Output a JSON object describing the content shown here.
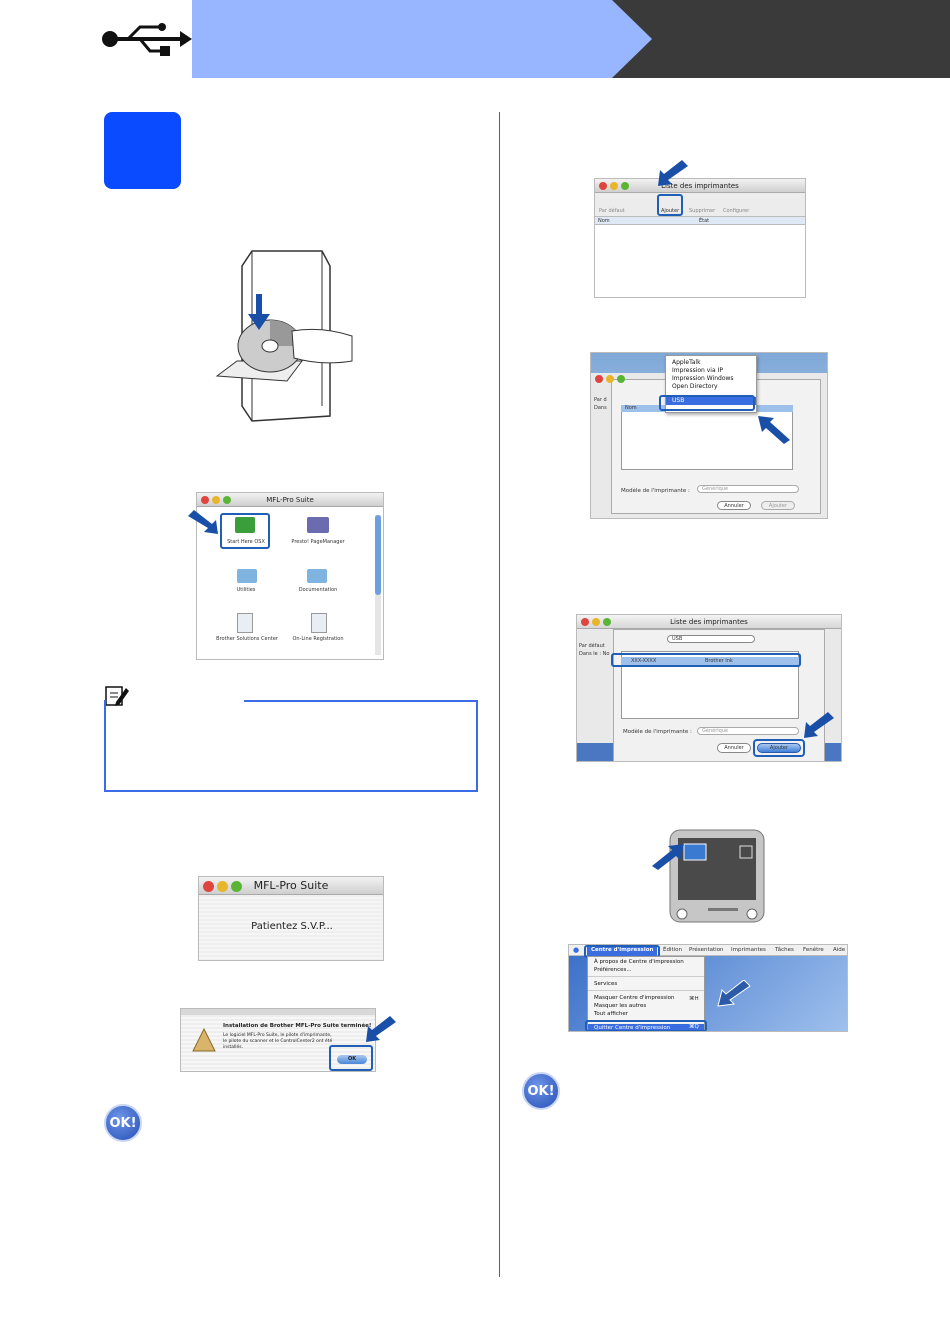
{
  "header": {
    "usb_icon": "usb-icon"
  },
  "cd_illustration": {
    "icon": "cd-insert-icon"
  },
  "mfl_window": {
    "title": "MFL-Pro Suite",
    "items": [
      "Start Here OSX",
      "Presto! PageManager",
      "Utilities",
      "Documentation",
      "Brother Solutions Center",
      "On-Line Registration"
    ]
  },
  "note": {
    "icon": "note-pencil-icon"
  },
  "wait_window": {
    "title": "MFL-Pro Suite",
    "message": "Patientez S.V.P..."
  },
  "done_dialog": {
    "title": "Installation de Brother MFL-Pro Suite terminée!",
    "body": "Le logiciel MFL-Pro Suite, le pilote d'imprimante, le pilote du scanner et le ControlCenter2 ont été installés.",
    "ok": "OK"
  },
  "ok_badge": "OK!",
  "printer_list": {
    "title": "Liste des imprimantes",
    "toolbar": [
      "Par défaut",
      "Ajouter",
      "Supprimer",
      "Configurer"
    ],
    "cols": [
      "Nom",
      "État"
    ]
  },
  "add_menu": {
    "items": [
      "AppleTalk",
      "Impression via IP",
      "Impression Windows",
      "Open Directory",
      "USB"
    ],
    "col": "Nom",
    "labels": [
      "Par d",
      "Dans"
    ],
    "model_label": "Modèle de l'imprimante :",
    "model_value": "Générique",
    "cancel": "Annuler",
    "add": "Ajouter"
  },
  "usb_select": {
    "title": "Liste des imprimantes",
    "default_label": "Par défaut",
    "side_label": "Dans le : No",
    "connection": "USB",
    "row_name": "XXX-XXXX",
    "row_kind": "Brother Ink",
    "model_label": "Modèle de l'imprimante :",
    "model_value": "Générique",
    "cancel": "Annuler",
    "add": "Ajouter"
  },
  "menubar": {
    "items": [
      "Centre d'impression",
      "Édition",
      "Présentation",
      "Imprimantes",
      "Tâches",
      "Fenêtre",
      "Aide"
    ],
    "menu": [
      "À propos de Centre d'impression",
      "Préférences...",
      "Services",
      "Masquer Centre d'impression",
      "Masquer les autres",
      "Tout afficher",
      "Quitter Centre d'impression"
    ],
    "shortcuts": [
      "⌘H",
      "⌘Q"
    ]
  },
  "colors": {
    "accent": "#0a4bff",
    "header_blue": "#98b5ff",
    "header_dark": "#3a3a3a",
    "arrow": "#1a4fa8"
  }
}
